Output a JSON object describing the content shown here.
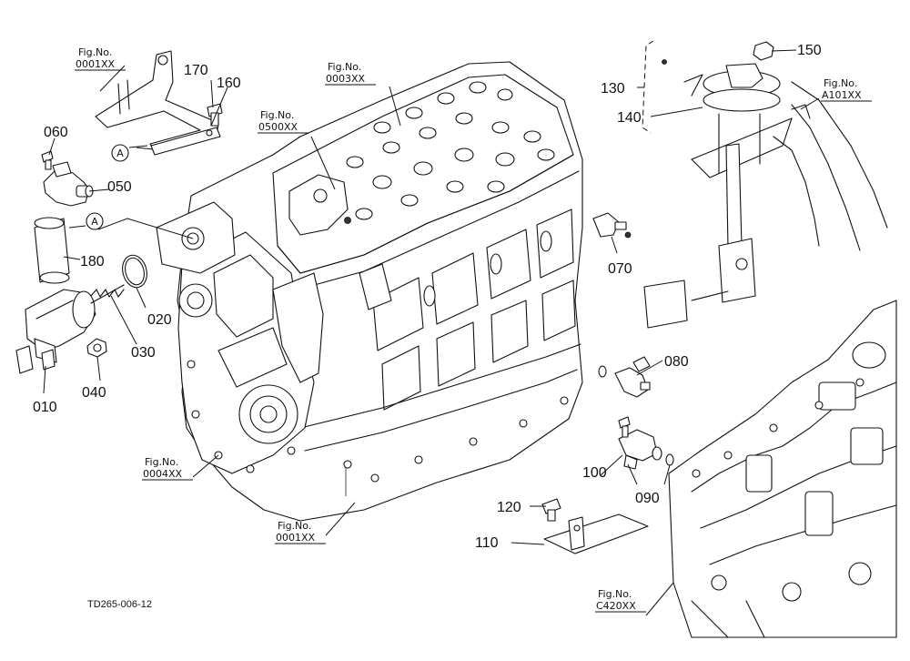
{
  "drawing_code": "TD265-006-12",
  "part_numbers": {
    "p010": "010",
    "p020": "020",
    "p030": "030",
    "p040": "040",
    "p050": "050",
    "p060": "060",
    "p070": "070",
    "p080": "080",
    "p090": "090",
    "p100": "100",
    "p110": "110",
    "p120": "120",
    "p130": "130",
    "p140": "140",
    "p150": "150",
    "p160": "160",
    "p170": "170",
    "p180": "180"
  },
  "figure_refs": {
    "caption": "Fig.No.",
    "f0001top": "0001XX",
    "f0003": "0003XX",
    "f0500": "0500XX",
    "fA101": "A101XX",
    "f0004": "0004XX",
    "f0001bottom": "0001XX",
    "fC420": "C420XX"
  },
  "callouts": {
    "a1": "A",
    "a2": "A"
  }
}
